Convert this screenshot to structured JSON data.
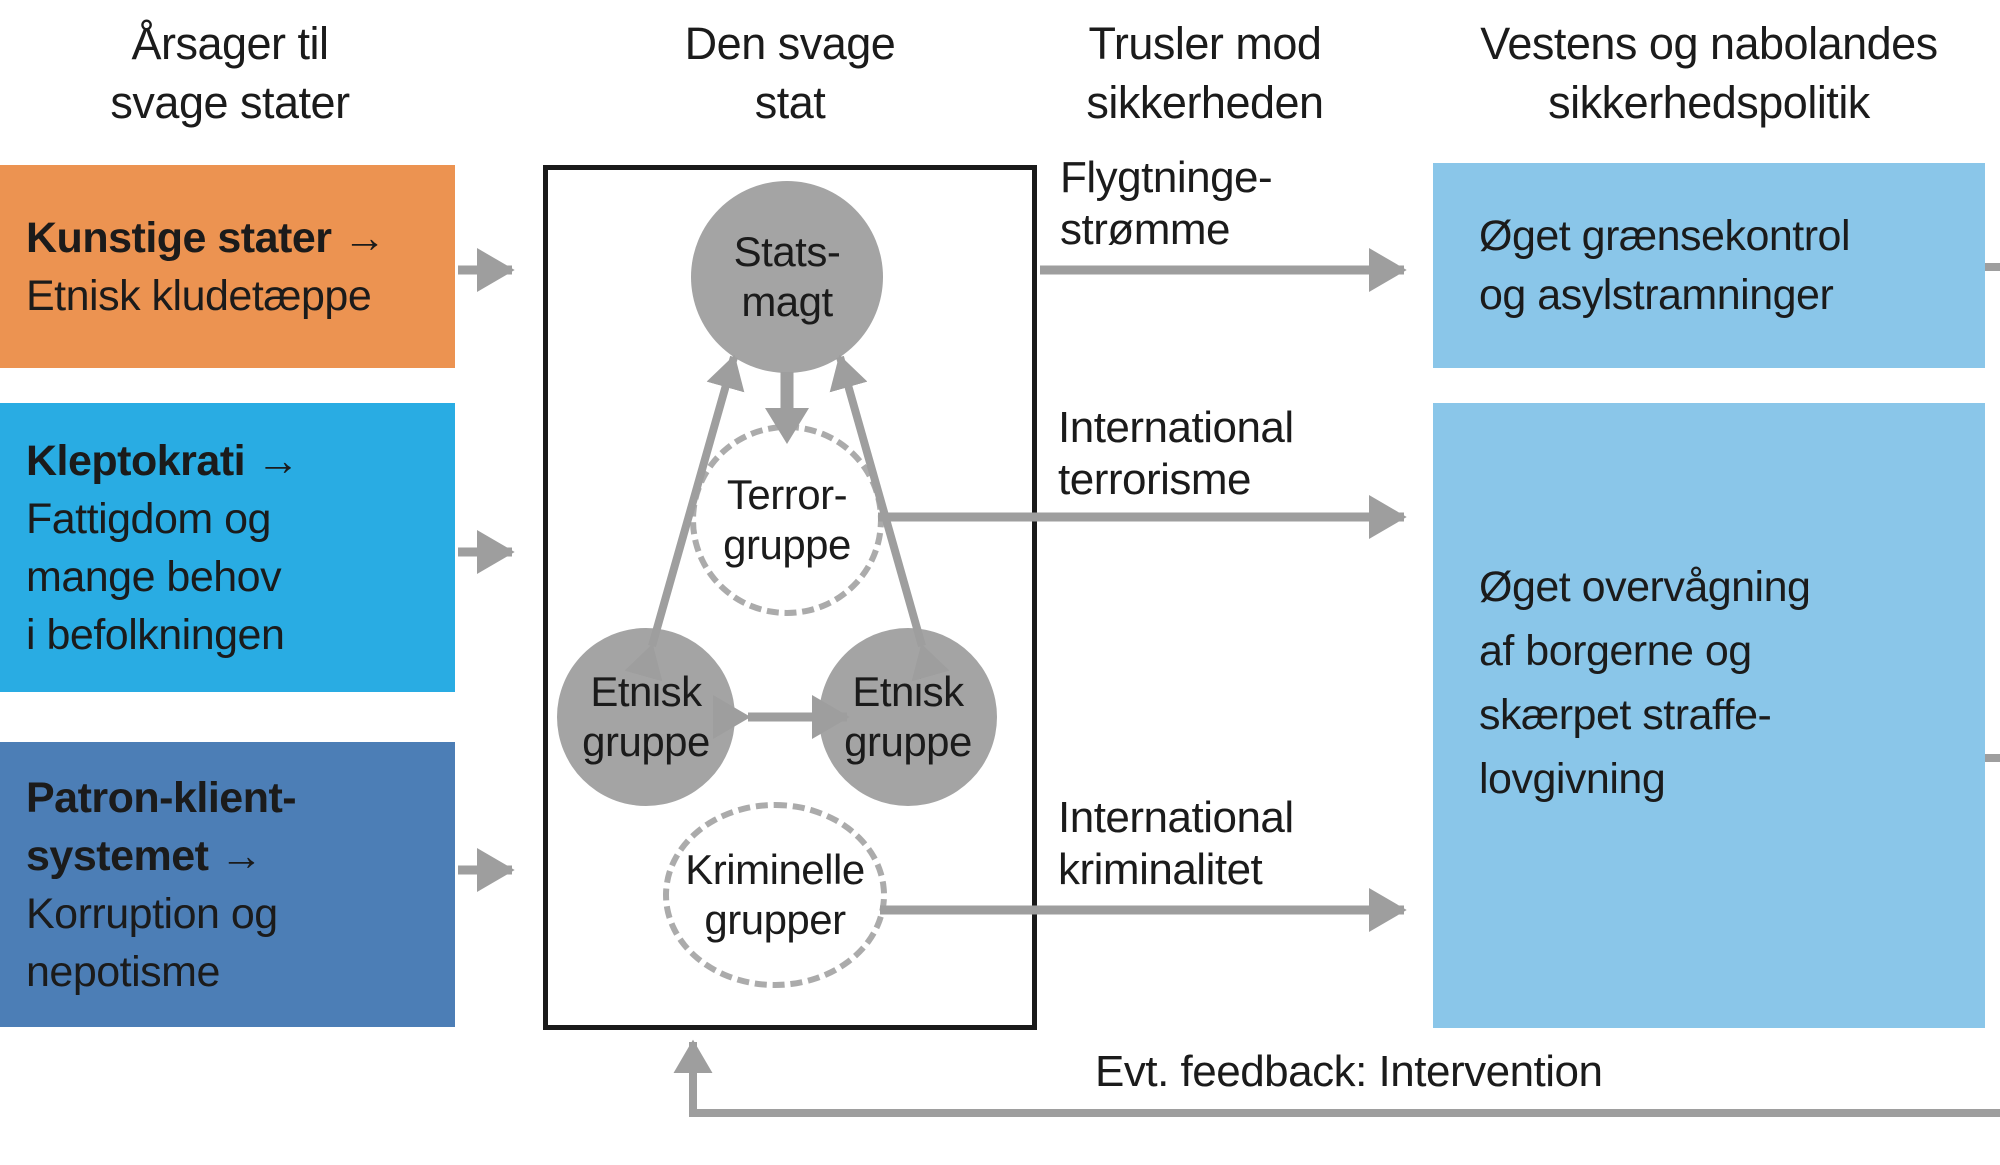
{
  "colors": {
    "orange": "#EC9351",
    "cyan": "#29ACE3",
    "steel_blue": "#4C7EB6",
    "sky_blue": "#8AC6E9",
    "node_gray": "#A4A4A4",
    "arrow_gray": "#9E9E9E",
    "text": "#1B1B1B"
  },
  "headers": {
    "causes": {
      "line1": "Årsager til",
      "line2": "svage stater"
    },
    "weak_state": {
      "line1": "Den svage",
      "line2": "stat"
    },
    "threats": {
      "line1": "Trusler mod",
      "line2": "sikkerheden"
    },
    "policy": {
      "line1": "Vestens og nabolandes",
      "line2": "sikkerhedspolitik"
    }
  },
  "causes": [
    {
      "title1": "Kunstige stater →",
      "body": [
        "Etnisk kludetæppe"
      ]
    },
    {
      "title1": "Kleptokrati →",
      "body": [
        "Fattigdom og",
        "mange behov",
        "i befolkningen"
      ]
    },
    {
      "title1": "Patron-klient-",
      "title2": "systemet →",
      "body": [
        "Korruption og",
        "nepotisme"
      ]
    }
  ],
  "state_nodes": {
    "statsmagt": {
      "line1": "Stats-",
      "line2": "magt"
    },
    "terror": {
      "line1": "Terror-",
      "line2": "gruppe"
    },
    "etnisk_left": {
      "line1": "Etnisk",
      "line2": "gruppe"
    },
    "etnisk_right": {
      "line1": "Etnisk",
      "line2": "gruppe"
    },
    "kriminelle": {
      "line1": "Kriminelle",
      "line2": "grupper"
    }
  },
  "threats": [
    {
      "line1": "Flygtninge-",
      "line2": "strømme"
    },
    {
      "line1": "International",
      "line2": "terrorisme"
    },
    {
      "line1": "International",
      "line2": "kriminalitet"
    }
  ],
  "policies": [
    {
      "lines": [
        "Øget grænsekontrol",
        "og asylstramninger"
      ]
    },
    {
      "lines": [
        "Øget overvågning",
        "af borgerne og",
        "skærpet straffe-",
        "lovgivning"
      ]
    }
  ],
  "feedback_label": "Evt. feedback: Intervention"
}
